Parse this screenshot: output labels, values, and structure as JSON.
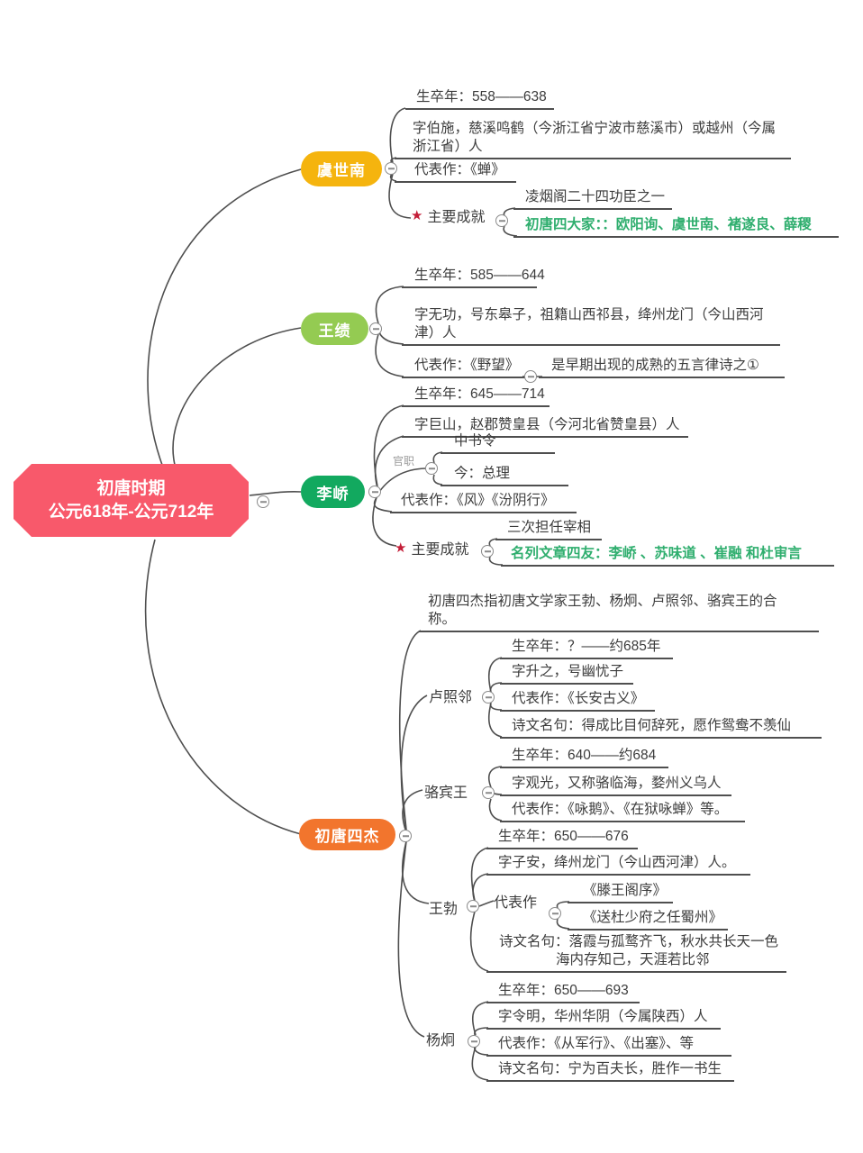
{
  "root": {
    "line1": "初唐时期",
    "line2": "公元618年-公元712年"
  },
  "yu": {
    "label": "虞世南",
    "birth": "生卒年：558——638",
    "courtesy": "字伯施，慈溪鸣鹤（今浙江省宁波市慈溪市）或越州（今属浙江省）人",
    "works": "代表作：《蝉》",
    "ach_label": "主要成就",
    "ach1": "凌烟阁二十四功臣之一",
    "ach2": "初唐四大家：：欧阳询、虞世南、褚遂良、薛稷"
  },
  "wang": {
    "label": "王绩",
    "birth": "生卒年：585——644",
    "courtesy": "字无功，号东皋子，祖籍山西祁县，绛州龙门（今山西河津）人",
    "works": "代表作：《野望》",
    "works_note": "是早期出现的成熟的五言律诗之①"
  },
  "li": {
    "label": "李峤",
    "birth": "生卒年：645——714",
    "courtesy": "字巨山，赵郡赞皇县（今河北省赞皇县）人",
    "office_label": "官职",
    "office1": "中书令",
    "office2": "今：总理",
    "works": "代表作：《风》《汾阴行》",
    "ach_label": "主要成就",
    "ach1": "三次担任宰相",
    "ach2": "名列文章四友：李峤 、苏味道 、崔融 和杜审言"
  },
  "sijie": {
    "label": "初唐四杰",
    "intro": "初唐四杰指初唐文学家王勃、杨炯、卢照邻、骆宾王的合称。",
    "lu": {
      "name": "卢照邻",
      "birth": "生卒年：？——约685年",
      "courtesy": "字升之，号幽忧子",
      "works": "代表作：《长安古义》",
      "quote": "诗文名句：得成比目何辞死，愿作鸳鸯不羡仙"
    },
    "luo": {
      "name": "骆宾王",
      "birth": "生卒年：640——约684",
      "courtesy": "字观光，又称骆临海，婺州义乌人",
      "works": "代表作：《咏鹅》、《在狱咏蝉》等。"
    },
    "wangbo": {
      "name": "王勃",
      "birth": "生卒年：650——676",
      "courtesy": "字子安，绛州龙门（今山西河津）人。",
      "works_label": "代表作",
      "work1": "《滕王阁序》",
      "work2": "《送杜少府之任蜀州》",
      "quote1": "诗文名句：落霞与孤鹜齐飞，秋水共长天一色",
      "quote2": "海内存知己，天涯若比邻"
    },
    "yang": {
      "name": "杨炯",
      "birth": "生卒年：650——693",
      "courtesy": "字令明，华州华阴（今属陕西）人",
      "works": "代表作：《从军行》、《出塞》、等",
      "quote": "诗文名句：宁为百夫长，胜作一书生"
    }
  },
  "icons": {
    "star": "★"
  },
  "colors": {
    "center": "#F8596B",
    "yu": "#F5B40E",
    "wang": "#94CB52",
    "li": "#12A95F",
    "sijie": "#F2752D",
    "green_text": "#2FAE6E"
  }
}
